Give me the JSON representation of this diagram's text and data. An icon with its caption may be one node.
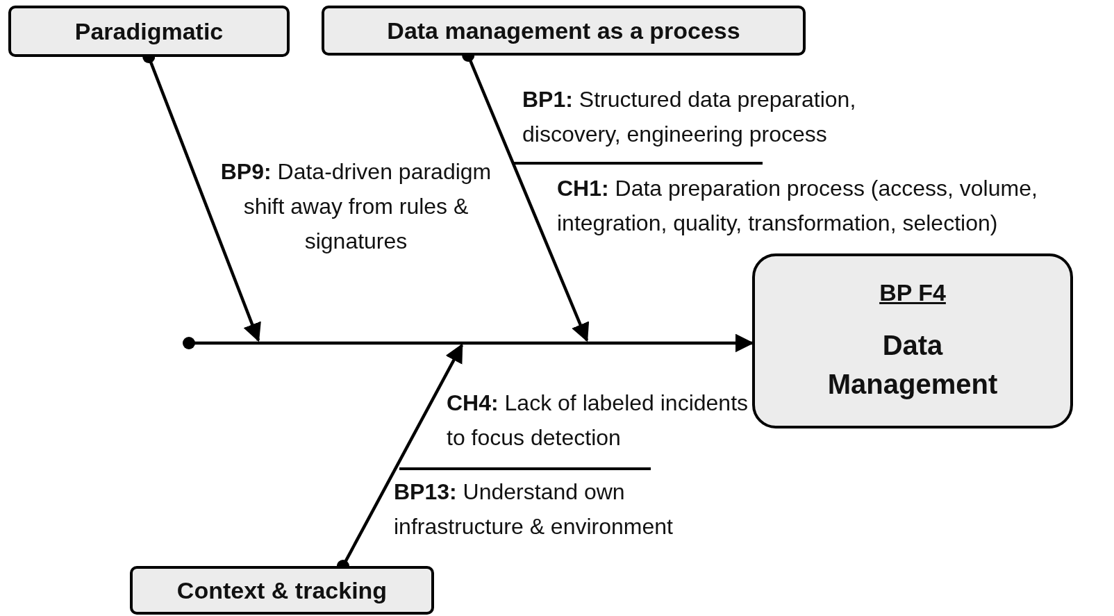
{
  "diagram": {
    "nodes": [
      {
        "text": [
          "Paradigmatic"
        ]
      },
      {
        "text": [
          "Data management as a process"
        ]
      },
      {
        "text": [
          "Context & tracking"
        ]
      },
      {
        "text": [
          "BP F4",
          "Data Management"
        ]
      }
    ],
    "edges": [
      {
        "from": null,
        "to": 3,
        "arrow": "to"
      },
      {
        "from": 0,
        "to": null,
        "arrow": "to"
      },
      {
        "from": 1,
        "to": null,
        "arrow": "to"
      },
      {
        "from": 2,
        "to": null,
        "arrow": "to"
      }
    ],
    "labels": [
      "**BP9:** Data-driven paradigm shift away from rules & signatures",
      "**BP1:** Structured data preparation, discovery, engineering process",
      "**CH1:** Data preparation process (access, volume, integration, quality, transformation, selection)",
      "**CH4:** Lack of labeled incidents to focus detection",
      "**BP13:** Understand own infrastructure & environment"
    ]
  }
}
